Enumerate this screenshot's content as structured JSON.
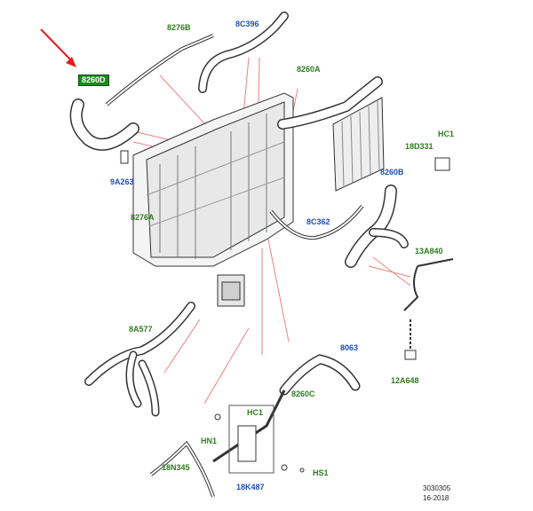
{
  "callouts": {
    "c8260d": "8260D",
    "c8276b": "8276B",
    "c8c396": "8C396",
    "c8260a": "8260A",
    "cHC1_top": "HC1",
    "c18d331": "18D331",
    "c9a263": "9A263",
    "c8276a": "8276A",
    "c8260b": "8260B",
    "c8c362": "8C362",
    "c13a840": "13A840",
    "c8a577": "8A577",
    "c8063": "8063",
    "c12a648": "12A648",
    "cHC1_mid": "HC1",
    "c8260c": "8260C",
    "cHN1": "HN1",
    "c18n345": "18N345",
    "cHS1": "HS1",
    "c18k487": "18K487"
  },
  "footer": {
    "line1": "3030305",
    "line2": "16-2018"
  },
  "colors": {
    "leader_line": "#f08080",
    "arrow": "#e02020",
    "part_label_green": "#2e7d1f",
    "part_label_blue": "#1f4fbf",
    "highlight_box": "#1e8a1e"
  }
}
